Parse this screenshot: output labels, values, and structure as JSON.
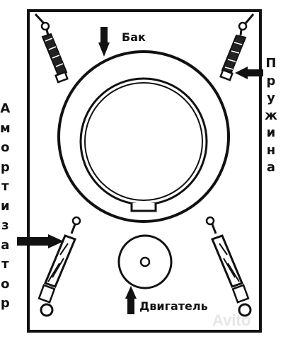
{
  "labels": {
    "tank": "Бак",
    "spring": "Пружина",
    "shock_absorber": "Амортизатор",
    "motor": "Двигатель"
  },
  "watermark": "Avito",
  "colors": {
    "line": "#111111",
    "background": "#ffffff",
    "watermark": "#e6e6e6"
  },
  "icons": {
    "arrow": "black-arrow-icon"
  }
}
